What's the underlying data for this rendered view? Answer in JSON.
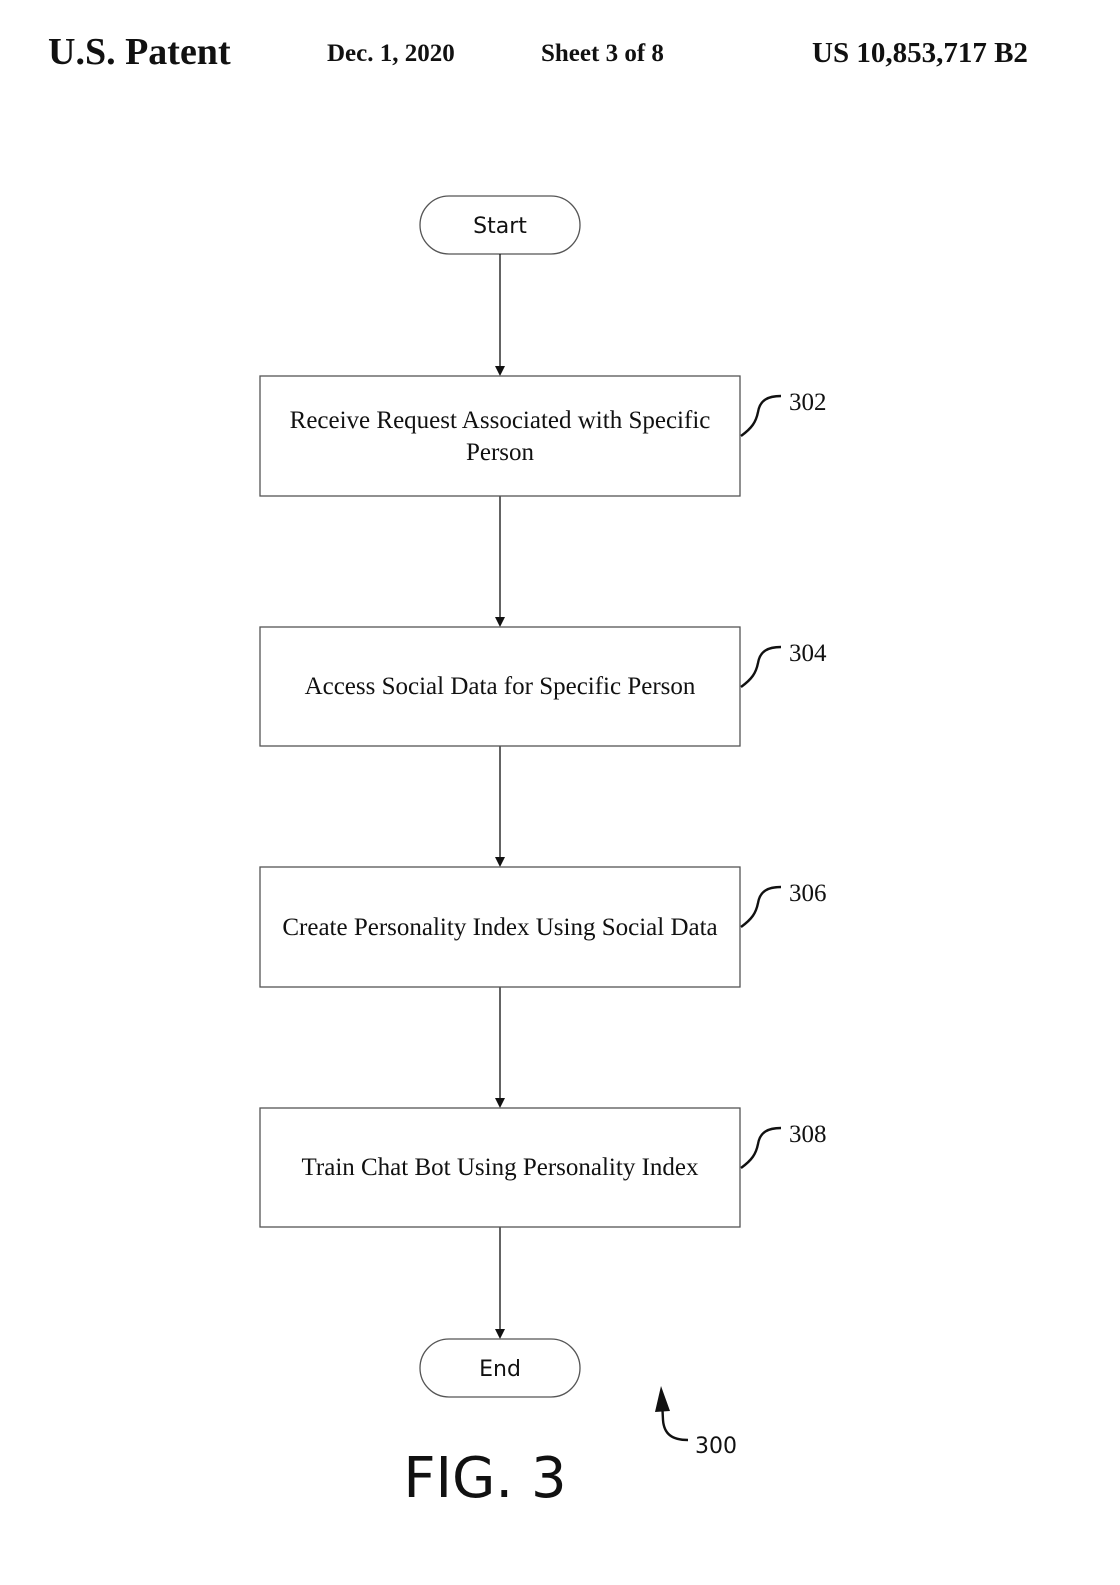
{
  "header": {
    "title": "U.S. Patent",
    "date": "Dec. 1, 2020",
    "sheet": "Sheet 3 of 8",
    "patent_number": "US 10,853,717 B2"
  },
  "flowchart": {
    "start_label": "Start",
    "end_label": "End",
    "steps": [
      {
        "ref": "302",
        "lines": [
          "Receive Request Associated with Specific",
          "Person"
        ]
      },
      {
        "ref": "304",
        "lines": [
          "Access Social Data for Specific Person"
        ]
      },
      {
        "ref": "306",
        "lines": [
          "Create Personality Index Using Social Data"
        ]
      },
      {
        "ref": "308",
        "lines": [
          "Train Chat Bot Using Personality Index"
        ]
      }
    ],
    "figure_ref": "300"
  },
  "figure_label": "FIG. 3"
}
